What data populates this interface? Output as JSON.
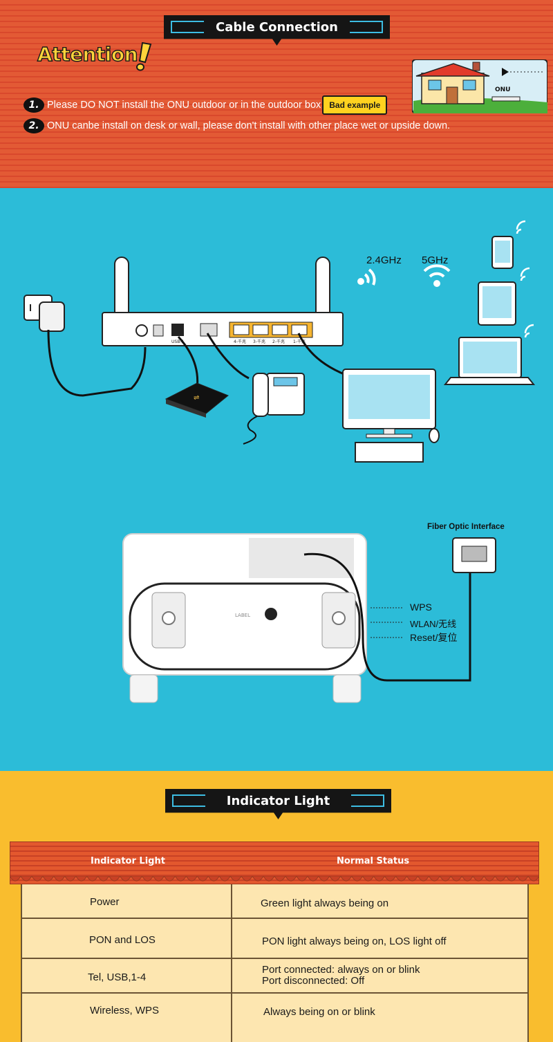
{
  "cable_section": {
    "title": "Cable Connection",
    "attention_heading": "Attention",
    "notes": [
      {
        "num": "1.",
        "text": "Please DO NOT install the ONU outdoor or in the outdoor box"
      },
      {
        "num": "2.",
        "text": "ONU canbe install on desk or wall, please don't install with other place wet or upside down."
      }
    ],
    "bad_example_label": "Bad example",
    "house_onu_label": "ONU"
  },
  "diagram": {
    "wifi_24_label": "2.4GHz",
    "wifi_5_label": "5GHz",
    "port_labels": [
      "USB-1",
      "4-千兆",
      "3-千兆",
      "2-千兆",
      "1-千兆"
    ],
    "fiber_label": "Fiber Optic Interface",
    "side_buttons": [
      "WPS",
      "WLAN/无线",
      "Reset/复位"
    ],
    "device_label": "LABEL"
  },
  "indicator_section": {
    "title": "Indicator Light",
    "headers": [
      "Indicator Light",
      "Normal Status"
    ],
    "rows": [
      {
        "light": "Power",
        "status": "Green light always being on"
      },
      {
        "light": "PON and LOS",
        "status": "PON light always being on, LOS light off"
      },
      {
        "light": "Tel, USB,1-4",
        "status": "Port connected: always on or blink",
        "status2": "Port disconnected: Off"
      },
      {
        "light": "Wireless, WPS",
        "status": "Always being on or blink"
      }
    ]
  },
  "colors": {
    "attention_bg": "#e35a35",
    "diagram_bg": "#2cbcd8",
    "indicator_bg": "#f9bd2e",
    "accent_yellow": "#ffd21f",
    "banner_black": "#151515"
  }
}
